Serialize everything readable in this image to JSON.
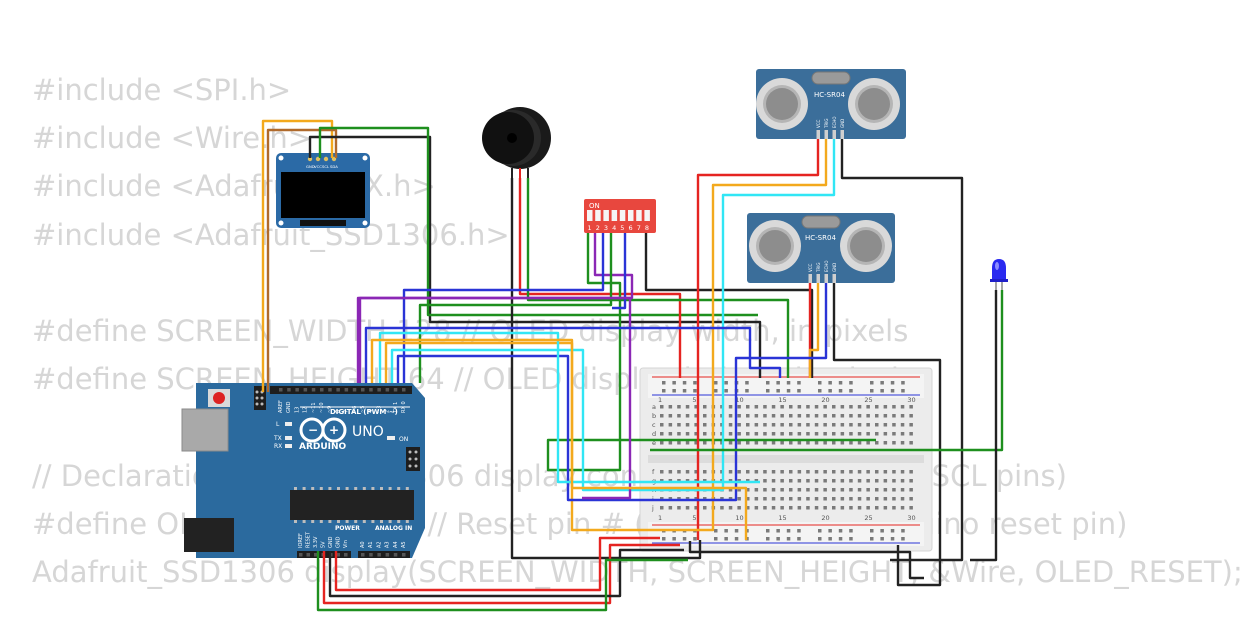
{
  "code_lines": [
    "#include <SPI.h>",
    "#include <Wire.h>",
    "#include <Adafruit_GFX.h>",
    "#include <Adafruit_SSD1306.h>",
    "",
    "#define SCREEN_WIDTH 128 // OLED display width, in pixels",
    "#define SCREEN_HEIGHT 64 // OLED display height, in pixels",
    "",
    "// Declaration for an SSD1306 display connected to I2C (SDA, SCL pins)",
    "#define OLED_RESET     -1 // Reset pin # (or -1 if sharing Arduino reset pin)",
    "Adafruit_SSD1306 display(SCREEN_WIDTH, SCREEN_HEIGHT, &Wire, OLED_RESET);"
  ],
  "arduino": {
    "logo": "ARDUINO",
    "model": "UNO",
    "digital_label": "DIGITAL (PWM ~)",
    "power_label": "POWER",
    "analog_label": "ANALOG IN",
    "on_label": "ON",
    "l_label": "L",
    "tx_label": "TX",
    "rx_label": "RX",
    "top_pins": [
      "AREF",
      "GND",
      "13",
      "12",
      "~11",
      "~10",
      "~9",
      "8",
      "7",
      "~6",
      "~5",
      "4",
      "~3",
      "2",
      "TX 1",
      "RX 0"
    ],
    "power_pins": [
      "IOREF",
      "RESET",
      "3.3V",
      "5V",
      "GND",
      "GND",
      "Vin"
    ],
    "analog_pins": [
      "A0",
      "A1",
      "A2",
      "A3",
      "A4",
      "A5"
    ]
  },
  "oled": {
    "pins": [
      "GND",
      "VCC",
      "SCL",
      "SDA"
    ]
  },
  "dip_switch": {
    "on_label": "ON",
    "numbers": [
      "1",
      "2",
      "3",
      "4",
      "5",
      "6",
      "7",
      "8"
    ]
  },
  "ultrasonic_top": {
    "label": "HC-SR04",
    "pins": [
      "VCC",
      "TRIG",
      "ECHO",
      "GND"
    ]
  },
  "ultrasonic_bottom": {
    "label": "HC-SR04",
    "pins": [
      "VCC",
      "TRIG",
      "ECHO",
      "GND"
    ]
  },
  "breadboard": {
    "col_numbers": [
      "1",
      "5",
      "10",
      "15",
      "20",
      "25",
      "30"
    ],
    "row_letters_top": [
      "a",
      "b",
      "c",
      "d",
      "e"
    ],
    "row_letters_bottom": [
      "f",
      "g",
      "h",
      "i",
      "j"
    ]
  },
  "colors": {
    "pcb": "#2b6a9e",
    "sensor": "#3b6e9a",
    "wire_green": "#1e8f1e",
    "wire_red": "#e52421",
    "wire_orange": "#f3a91d",
    "wire_blue": "#2a34d6",
    "wire_purple": "#8b27b5",
    "wire_cyan": "#31e6f5",
    "wire_black": "#222222",
    "wire_brown": "#b06a2c",
    "led": "#2a2af0",
    "dip": "#e8473e"
  }
}
